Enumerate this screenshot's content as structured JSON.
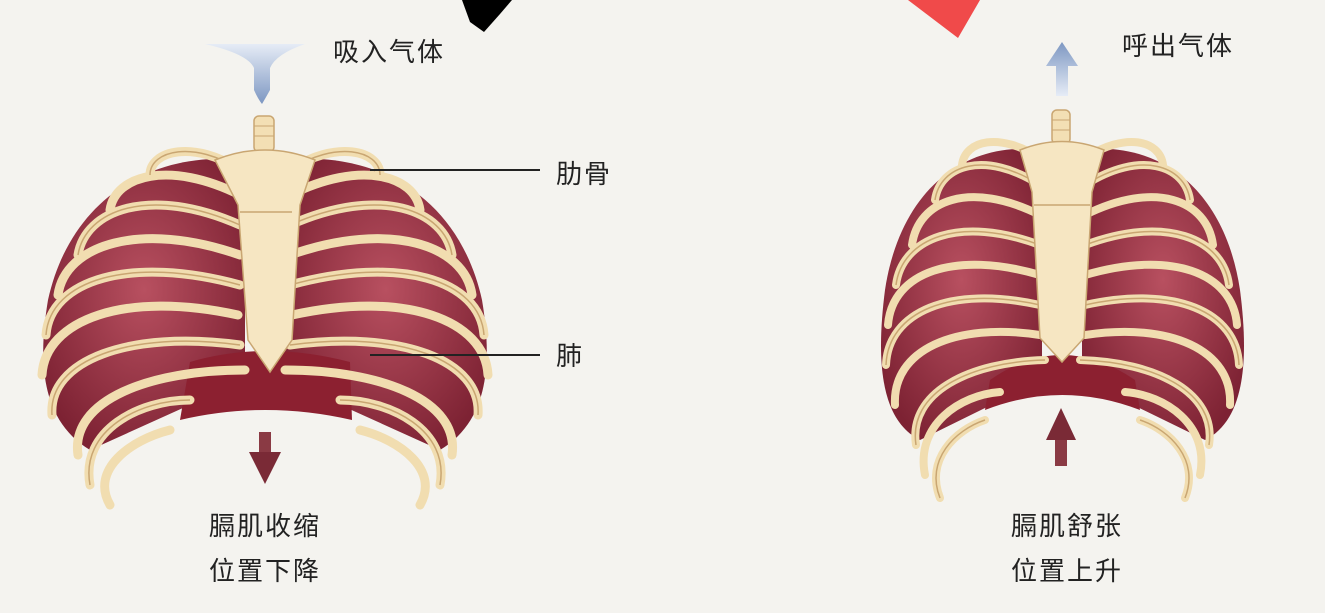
{
  "inhale": {
    "air_label": "吸入气体",
    "rib_label": "肋骨",
    "lung_label": "肺",
    "diaphragm_line1": "膈肌收缩",
    "diaphragm_line2": "位置下降"
  },
  "exhale": {
    "air_label": "呼出气体",
    "diaphragm_line1": "膈肌舒张",
    "diaphragm_line2": "位置上升"
  },
  "colors": {
    "bone": "#f3dfb4",
    "bone_outline": "#c9a672",
    "lung": "#a8404f",
    "lung_dark": "#7d2233",
    "diaphragm": "#8c2030",
    "air_arrow": "#8fa6c8",
    "muscle_arrow": "#7a2a36",
    "black_marker": "#000000",
    "red_marker": "#f04a4a"
  }
}
